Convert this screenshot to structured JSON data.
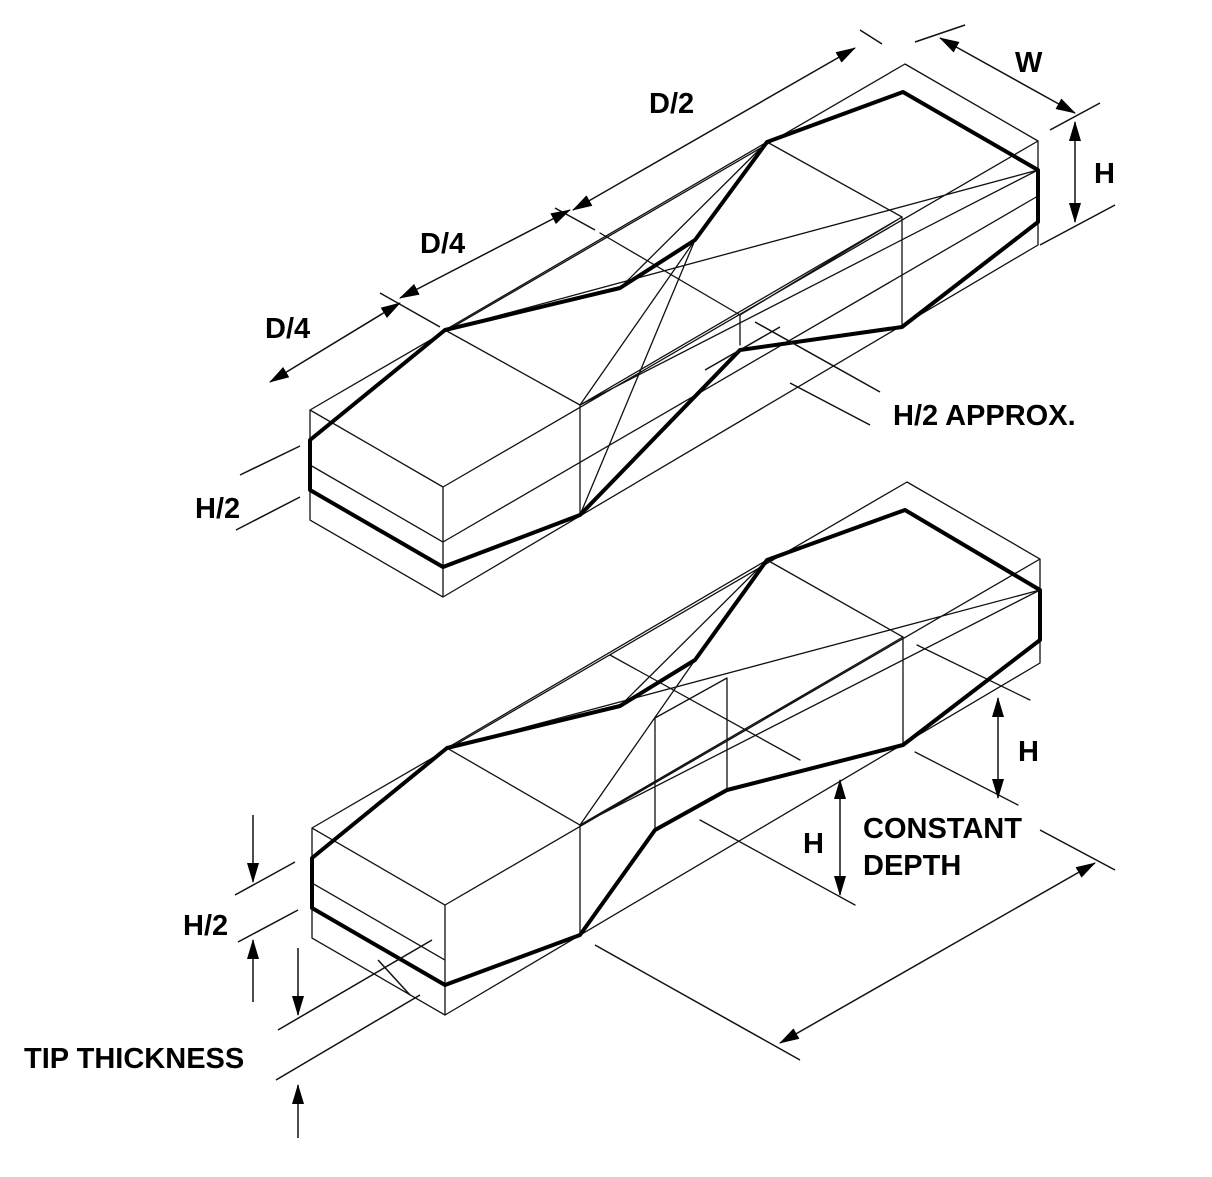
{
  "labels": {
    "top_d2": "D/2",
    "top_w": "W",
    "top_h": "H",
    "top_d4_upper": "D/4",
    "top_d4_lower": "D/4",
    "top_h2_approx": "H/2 APPROX.",
    "top_h2": "H/2",
    "bottom_h_right": "H",
    "bottom_h_center": "H",
    "bottom_constant": "CONSTANT",
    "bottom_depth": "DEPTH",
    "bottom_h2": "H/2",
    "bottom_tip": "TIP THICKNESS"
  }
}
